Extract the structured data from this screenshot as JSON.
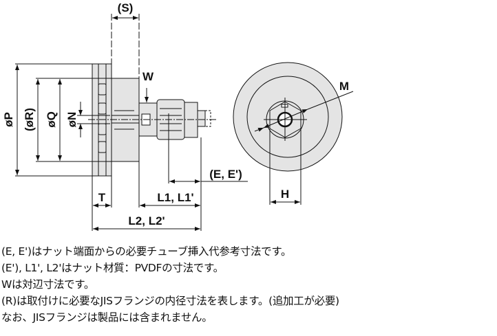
{
  "diagram": {
    "labels": {
      "S": "(S)",
      "W": "W",
      "P": "øP",
      "R": "(øR)",
      "Q": "øQ",
      "N": "øN",
      "T": "T",
      "L1": "L1, L1'",
      "L2": "L2, L2'",
      "E": "(E, E')",
      "M": "M",
      "H": "H"
    },
    "colors": {
      "fill": "#e4e4e4",
      "line": "#111111"
    }
  },
  "notes": [
    "(E, E')はナット端面からの必要チューブ挿入代参考寸法です。",
    "(E'), L1', L2'はナット材質：PVDFの寸法です。",
    "Wは対辺寸法です。",
    "(R)は取付けに必要なJISフランジの内径寸法を表します。(追加工が必要)",
    "なお、JISフランジは製品には含まれません。"
  ]
}
